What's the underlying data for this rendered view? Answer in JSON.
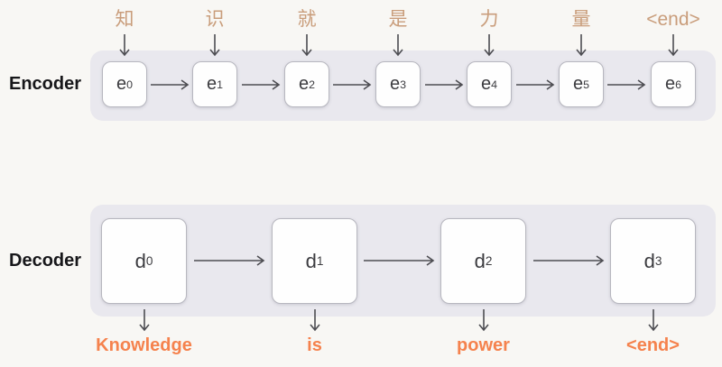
{
  "colors": {
    "background": "#f8f7f4",
    "band": "#e9e8ee",
    "box_fill": "#fefefe",
    "box_border": "#b7b7bf",
    "arrow": "#4d4d52",
    "input_token": "#c99d7b",
    "output_token": "#f5824d",
    "label_text": "#17171a",
    "unit_text": "#3c3c40"
  },
  "encoder": {
    "label": "Encoder",
    "units": [
      {
        "symbol": "e",
        "sub": "0",
        "input": "知"
      },
      {
        "symbol": "e",
        "sub": "1",
        "input": "识"
      },
      {
        "symbol": "e",
        "sub": "2",
        "input": "就"
      },
      {
        "symbol": "e",
        "sub": "3",
        "input": "是"
      },
      {
        "symbol": "e",
        "sub": "4",
        "input": "力"
      },
      {
        "symbol": "e",
        "sub": "5",
        "input": "量"
      },
      {
        "symbol": "e",
        "sub": "6",
        "input": "<end>"
      }
    ]
  },
  "decoder": {
    "label": "Decoder",
    "units": [
      {
        "symbol": "d",
        "sub": "0",
        "output": "Knowledge"
      },
      {
        "symbol": "d",
        "sub": "1",
        "output": "is"
      },
      {
        "symbol": "d",
        "sub": "2",
        "output": "power"
      },
      {
        "symbol": "d",
        "sub": "3",
        "output": "<end>"
      }
    ]
  }
}
